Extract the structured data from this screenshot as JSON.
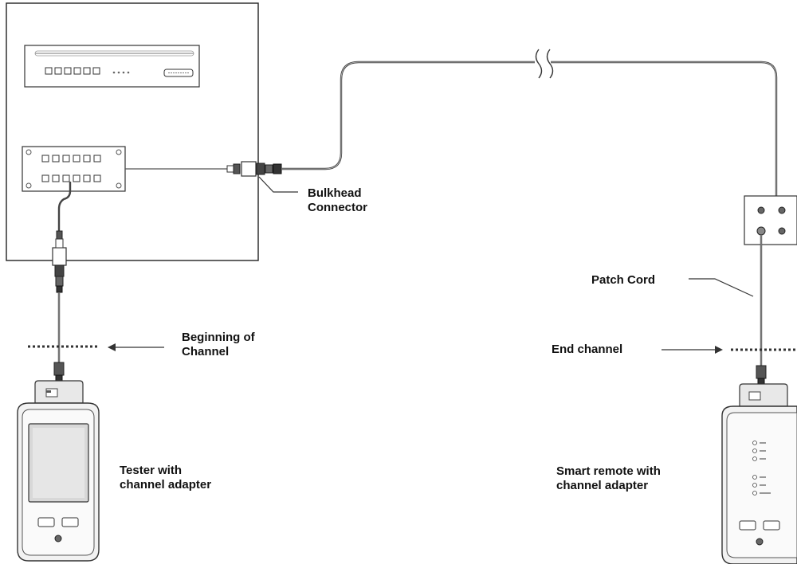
{
  "labels": {
    "bulkhead_line1": "Bulkhead",
    "bulkhead_line2": "Connector",
    "patch_cord": "Patch Cord",
    "beginning_line1": "Beginning of",
    "beginning_line2": "Channel",
    "end_channel": "End channel",
    "tester_line1": "Tester with",
    "tester_line2": "channel adapter",
    "remote_line1": "Smart remote with",
    "remote_line2": "channel adapter"
  }
}
